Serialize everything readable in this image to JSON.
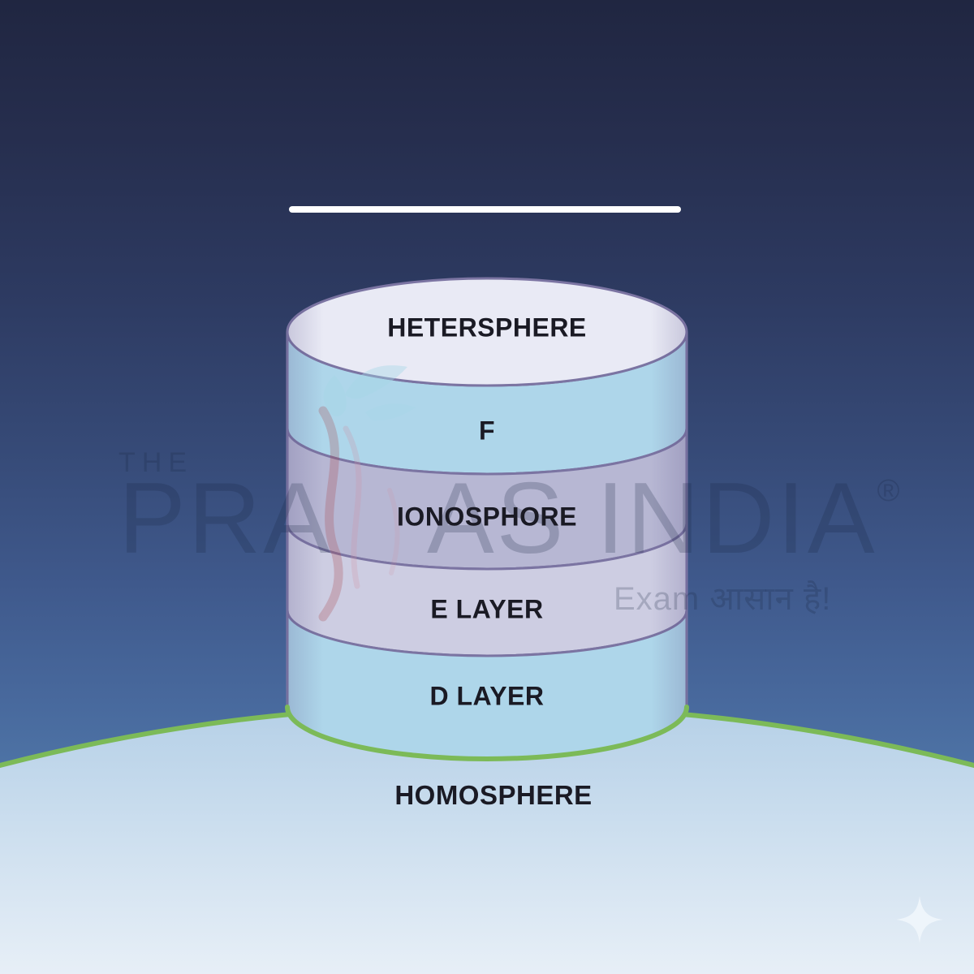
{
  "background": {
    "sky_top_color": "#202641",
    "sky_horizon_color": "#5a89b9",
    "ground_top_color": "#b5d0e7",
    "ground_bottom_color": "#e7eff7",
    "horizon_stroke_color": "#7cba58"
  },
  "divider": {
    "color": "#ffffff"
  },
  "diagram": {
    "top_face_label": "HETERSPHERE",
    "top_face_color": "#e9eaf5",
    "outline_color": "#7b74a2",
    "base_outline_color": "#7cba58",
    "label_color": "#1a1a24",
    "bands": [
      {
        "label": "F",
        "color": "#aed6ea"
      },
      {
        "label": "IONOSPHORE",
        "color": "#b7b7d3"
      },
      {
        "label": "E LAYER",
        "color": "#cdcde2"
      },
      {
        "label": "D LAYER",
        "color": "#aed6ea"
      }
    ],
    "ground_label": "HOMOSPHERE"
  },
  "watermark": {
    "prefix": "THE",
    "brand_left": "PRA",
    "brand_right": "AS INDIA",
    "registered": "®",
    "tagline": "Exam आसान है!",
    "text_color": "rgba(24,35,66,0.22)",
    "logo_red": "#a84a50",
    "logo_pink": "#cf8fa4",
    "logo_blue": "#a4d6e6"
  },
  "sparkle": {
    "color": "#f0f6fc"
  }
}
